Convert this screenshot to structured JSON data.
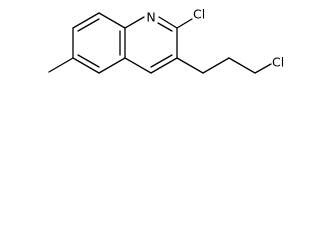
{
  "molecule": {
    "atoms": {
      "ring_nitrogen": "N",
      "ring_chlorine": "Cl",
      "chain_chlorine": "Cl"
    }
  }
}
